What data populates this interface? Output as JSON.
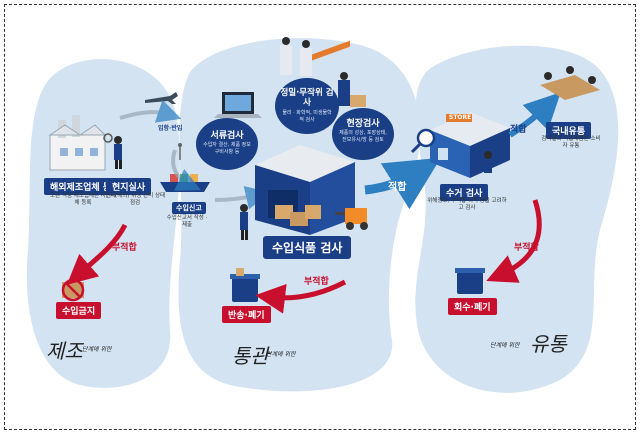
{
  "manufacture": {
    "register_label": "해외제조업체 등록",
    "register_desc": "모든 식품 제조업체는 사전제체 등록",
    "onsite_label": "현지실사",
    "onsite_desc": "현지(해외) 위생 관리 상태 점검",
    "ban_label": "수입금지",
    "unfit_label": "부적합",
    "stage_title": "제조",
    "stage_sub": "단계에 위한"
  },
  "customs": {
    "entry_label": "입항·반입",
    "report_label": "수입신고",
    "report_desc": "수입신고서 작성 · 제출",
    "doc_title": "서류검사",
    "doc_desc": "수입자 결산, 제품 정보 구비사항 등",
    "precision_title": "정밀·무작위 검사",
    "precision_desc": "물리 · 화학적, 미생물학적 검사",
    "field_title": "현장검사",
    "field_desc": "제품의 성상, 포장상태, 전보유시/방 등 검토",
    "main_label": "수입식품 검사",
    "unfit_label": "부적합",
    "return_label": "반송·폐기",
    "pass_label": "적합",
    "stage_title": "통관",
    "stage_sub": "단계에 위한"
  },
  "distribution": {
    "collect_label": "수거 검사",
    "collect_desc": "위해정보, 부적합 이력 등을 고려하고 검사",
    "domestic_label": "국내유통",
    "domestic_desc": "검사결과 적합제품만 소비자 유통",
    "pass_label": "적합",
    "unfit_label": "부적합",
    "recall_label": "회수·폐기",
    "stage_title": "유통",
    "stage_sub": "단계에 위한",
    "shop_sign": "STORE"
  },
  "colors": {
    "region_bg": "#d3e3f1",
    "navy": "#1a3f86",
    "red": "#c8102e",
    "arrow_blue": "#2e7fc2"
  }
}
